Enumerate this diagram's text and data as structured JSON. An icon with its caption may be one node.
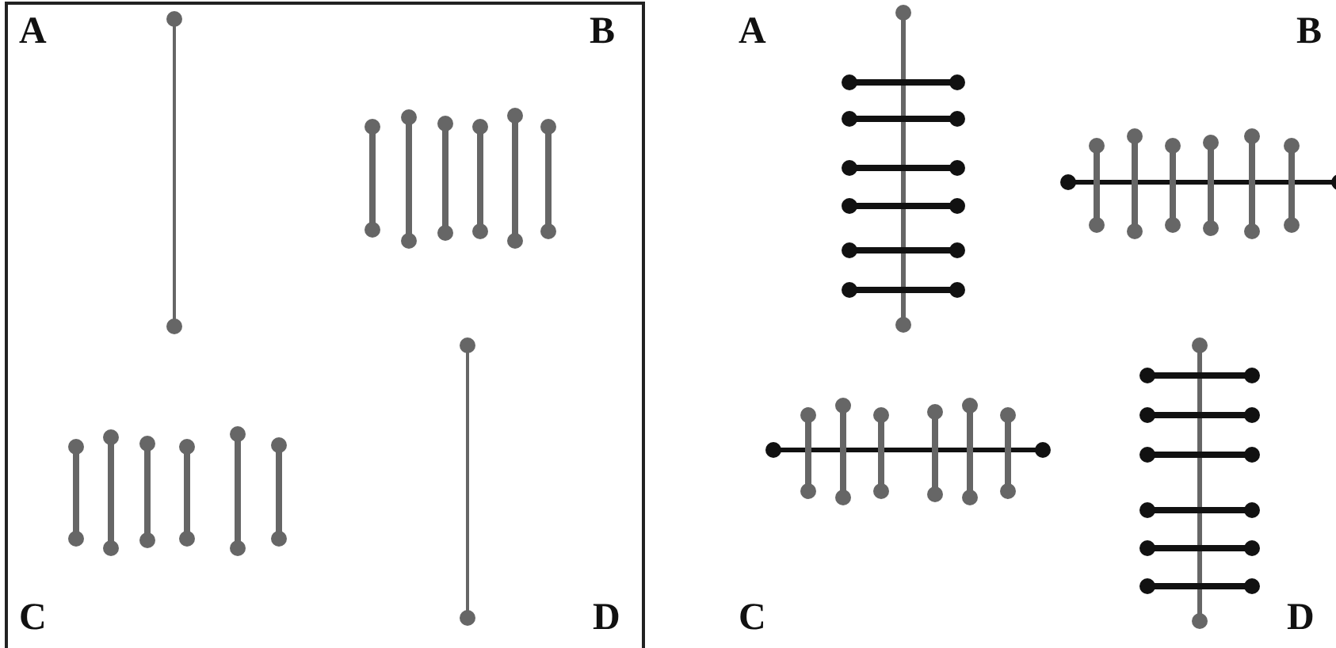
{
  "diagram": {
    "labels": [
      "A",
      "B",
      "A",
      "B",
      "C",
      "D",
      "C",
      "D"
    ]
  }
}
